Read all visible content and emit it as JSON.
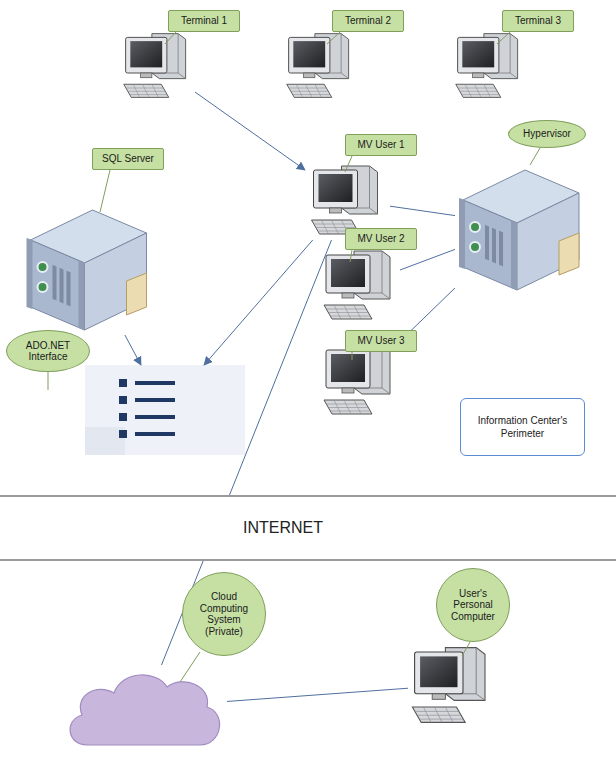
{
  "diagram": {
    "nodes": [
      {
        "text": [
          "Terminal 1"
        ]
      },
      {
        "text": [
          "Terminal 2"
        ]
      },
      {
        "text": [
          "Terminal 3"
        ]
      },
      {
        "text": [
          "Hypervisor"
        ]
      },
      {
        "text": [
          "MV User 1"
        ]
      },
      {
        "text": [
          "SQL Server"
        ]
      },
      {
        "text": [
          "MV User 2"
        ]
      },
      {
        "text": [
          "ADO.NET Interface"
        ]
      },
      {
        "text": [
          "MV User 3"
        ]
      },
      {
        "text": [
          "Information Center's Perimeter"
        ]
      },
      {
        "text": [
          "INTERNET"
        ]
      },
      {
        "text": [
          "Cloud Computing System (Private)"
        ]
      },
      {
        "text": [
          "User's Personal Computer"
        ]
      }
    ],
    "edges": [
      {
        "from": 0,
        "to": 4,
        "arrow": "to"
      },
      {
        "from": 4,
        "to": 3,
        "arrow": "none"
      },
      {
        "from": 6,
        "to": 3,
        "arrow": "none"
      },
      {
        "from": 8,
        "to": 3,
        "arrow": "none"
      },
      {
        "from": 5,
        "to": 7,
        "arrow": "to"
      },
      {
        "from": 4,
        "to": 7,
        "arrow": "to"
      },
      {
        "from": 4,
        "to": 11,
        "arrow": "none"
      },
      {
        "from": 11,
        "to": 12,
        "arrow": "none"
      }
    ]
  }
}
